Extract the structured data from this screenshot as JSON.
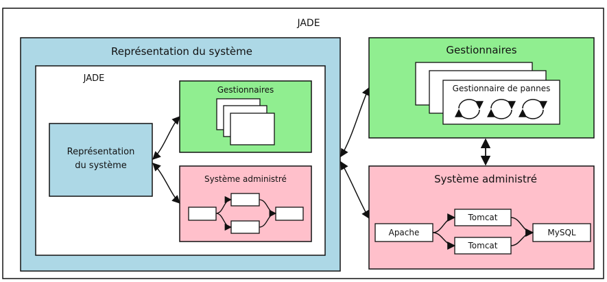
{
  "outer": {
    "title": "JADE"
  },
  "left_panel": {
    "title": "Représentation du système",
    "inner": {
      "title": "JADE",
      "repr_box": {
        "line1": "Représentation",
        "line2": "du système"
      },
      "gestionnaires": {
        "title": "Gestionnaires"
      },
      "systeme_administre": {
        "title": "Système administré"
      }
    }
  },
  "right_panel": {
    "gestionnaires": {
      "title": "Gestionnaires",
      "card_label": "Gestionnaire de pannes"
    },
    "systeme_administre": {
      "title": "Système administré",
      "nodes": {
        "apache": "Apache",
        "tomcat1": "Tomcat",
        "tomcat2": "Tomcat",
        "mysql": "MySQL"
      }
    }
  },
  "colors": {
    "blue": "#add8e6",
    "green": "#90ee90",
    "pink": "#ffc0cb",
    "white": "#ffffff",
    "line": "#111111"
  }
}
